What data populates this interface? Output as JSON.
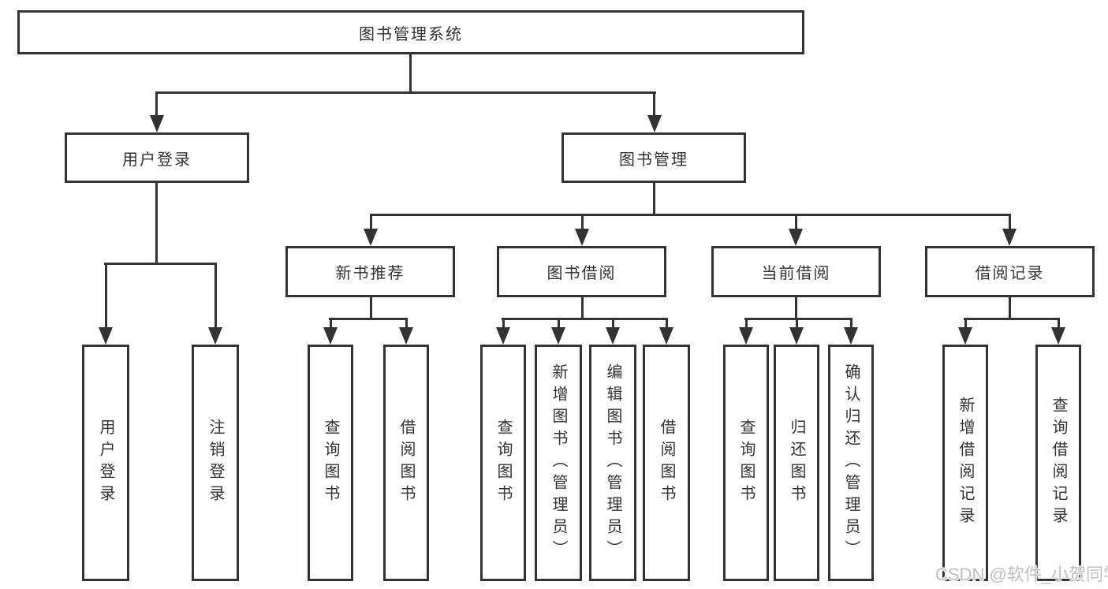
{
  "tree": {
    "label": "图书管理系统",
    "children": [
      {
        "label": "用户登录",
        "children": [
          {
            "label": "用户登录"
          },
          {
            "label": "注销登录"
          }
        ]
      },
      {
        "label": "图书管理",
        "children": [
          {
            "label": "新书推荐",
            "children": [
              {
                "label": "查询图书"
              },
              {
                "label": "借阅图书"
              }
            ]
          },
          {
            "label": "图书借阅",
            "children": [
              {
                "label": "查询图书"
              },
              {
                "label": "新增图书（管理员）"
              },
              {
                "label": "编辑图书（管理员）"
              },
              {
                "label": "借阅图书"
              }
            ]
          },
          {
            "label": "当前借阅",
            "children": [
              {
                "label": "查询图书"
              },
              {
                "label": "归还图书"
              },
              {
                "label": "确认归还（管理员）"
              }
            ]
          },
          {
            "label": "借阅记录",
            "children": [
              {
                "label": "新增借阅记录"
              },
              {
                "label": "查询借阅记录"
              }
            ]
          }
        ]
      }
    ]
  },
  "watermark": {
    "text": "CSDN @软件_小贺同学"
  },
  "colors": {
    "line": "#333333",
    "text": "#333333",
    "background": "#ffffff",
    "watermark_text": "#bfbfbf"
  }
}
